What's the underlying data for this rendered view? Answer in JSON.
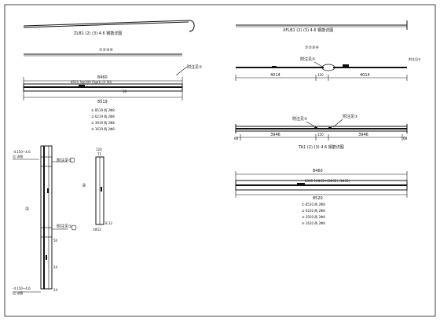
{
  "top_left": {
    "caption": "ZLB1 (2) (3) 4.6 钢筋详图",
    "bar_mark": "①②③④"
  },
  "left_beam": {
    "callout": "附注见①",
    "length_total": "8460",
    "mid_label": "8521 5@100 (5@1) (1 50)",
    "sub_mark": "50",
    "length_inner": "8519",
    "list": [
      "① 8519 两 2Φ8",
      "② 6219 两 2Φ8",
      "③ 3919 两 2Φ8",
      "④ 1619 两 2Φ8"
    ]
  },
  "top_right": {
    "caption": "XFLB1 (2) (3) 4.6 钢筋详图",
    "mark": "①②③④",
    "callout": "附注见①",
    "dim_left": "4014",
    "dim_mid": "150",
    "dim_right": "4014"
  },
  "right_mid": {
    "callout_a": "附注见①",
    "callout_b": "附注见①",
    "end_left": "68",
    "dim_left": "3946",
    "dim_mid": "150",
    "dim_right": "3946",
    "end_right": "68",
    "caption": "TA1 (2) (3) 4.6 钢筋详图"
  },
  "right_beam": {
    "length_total": "8460",
    "mid_label": "8390 10Φ32+(2Φ32) (1Φ32)",
    "length_inner": "8520",
    "list": [
      "① 8520 两 2Φ8",
      "② 6220 两 2Φ8",
      "③ 3920 两 2Φ8",
      "④ 1620 两 2Φ8"
    ]
  },
  "column": {
    "top_label": "-4.150~4.6",
    "top_sub": "见 详图",
    "callout_a": "附注见①",
    "callout_b": "附注见①",
    "bottom_label": "-4.150~4.6",
    "bottom_sub": "见 详图",
    "side_mark": "①",
    "dim_a": "50",
    "dim_b": "24",
    "dim_c": "24"
  },
  "section": {
    "mark": "②",
    "head": "120",
    "head_sub": "T1",
    "dim": "8.12",
    "foot": "1Φ12"
  }
}
